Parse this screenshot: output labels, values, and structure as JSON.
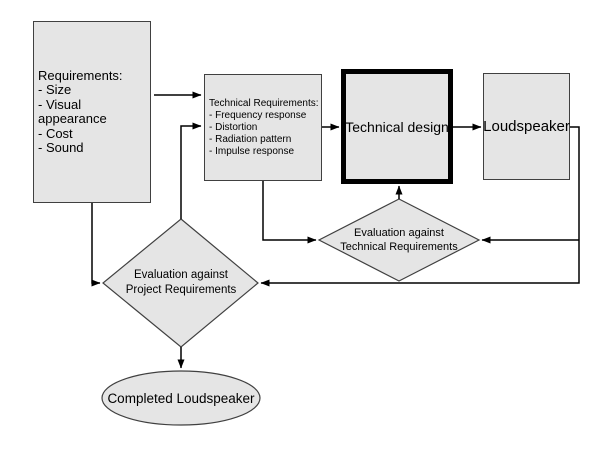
{
  "colors": {
    "background": "#ffffff",
    "node_fill": "#e5e5e5",
    "node_border": "#404040",
    "connector": "#000000",
    "emphasis_border": "#000000"
  },
  "nodes": {
    "requirements": {
      "title": "Requirements:",
      "items": [
        "- Size",
        "- Visual appearance",
        "- Cost",
        "- Sound"
      ]
    },
    "technical_requirements": {
      "title": "Technical Requirements:",
      "items": [
        "- Frequency response",
        "- Distortion",
        "- Radiation pattern",
        "- Impulse response"
      ]
    },
    "technical_design": {
      "label": "Technical design"
    },
    "loudspeaker": {
      "label": "Loudspeaker"
    },
    "technical_evaluation": {
      "line1": "Evaluation against",
      "line2": "Technical Requirements"
    },
    "project_evaluation": {
      "line1": "Evaluation against",
      "line2": "Project Requirements"
    },
    "completed_loudspeaker": {
      "label": "Completed Loudspeaker"
    }
  }
}
